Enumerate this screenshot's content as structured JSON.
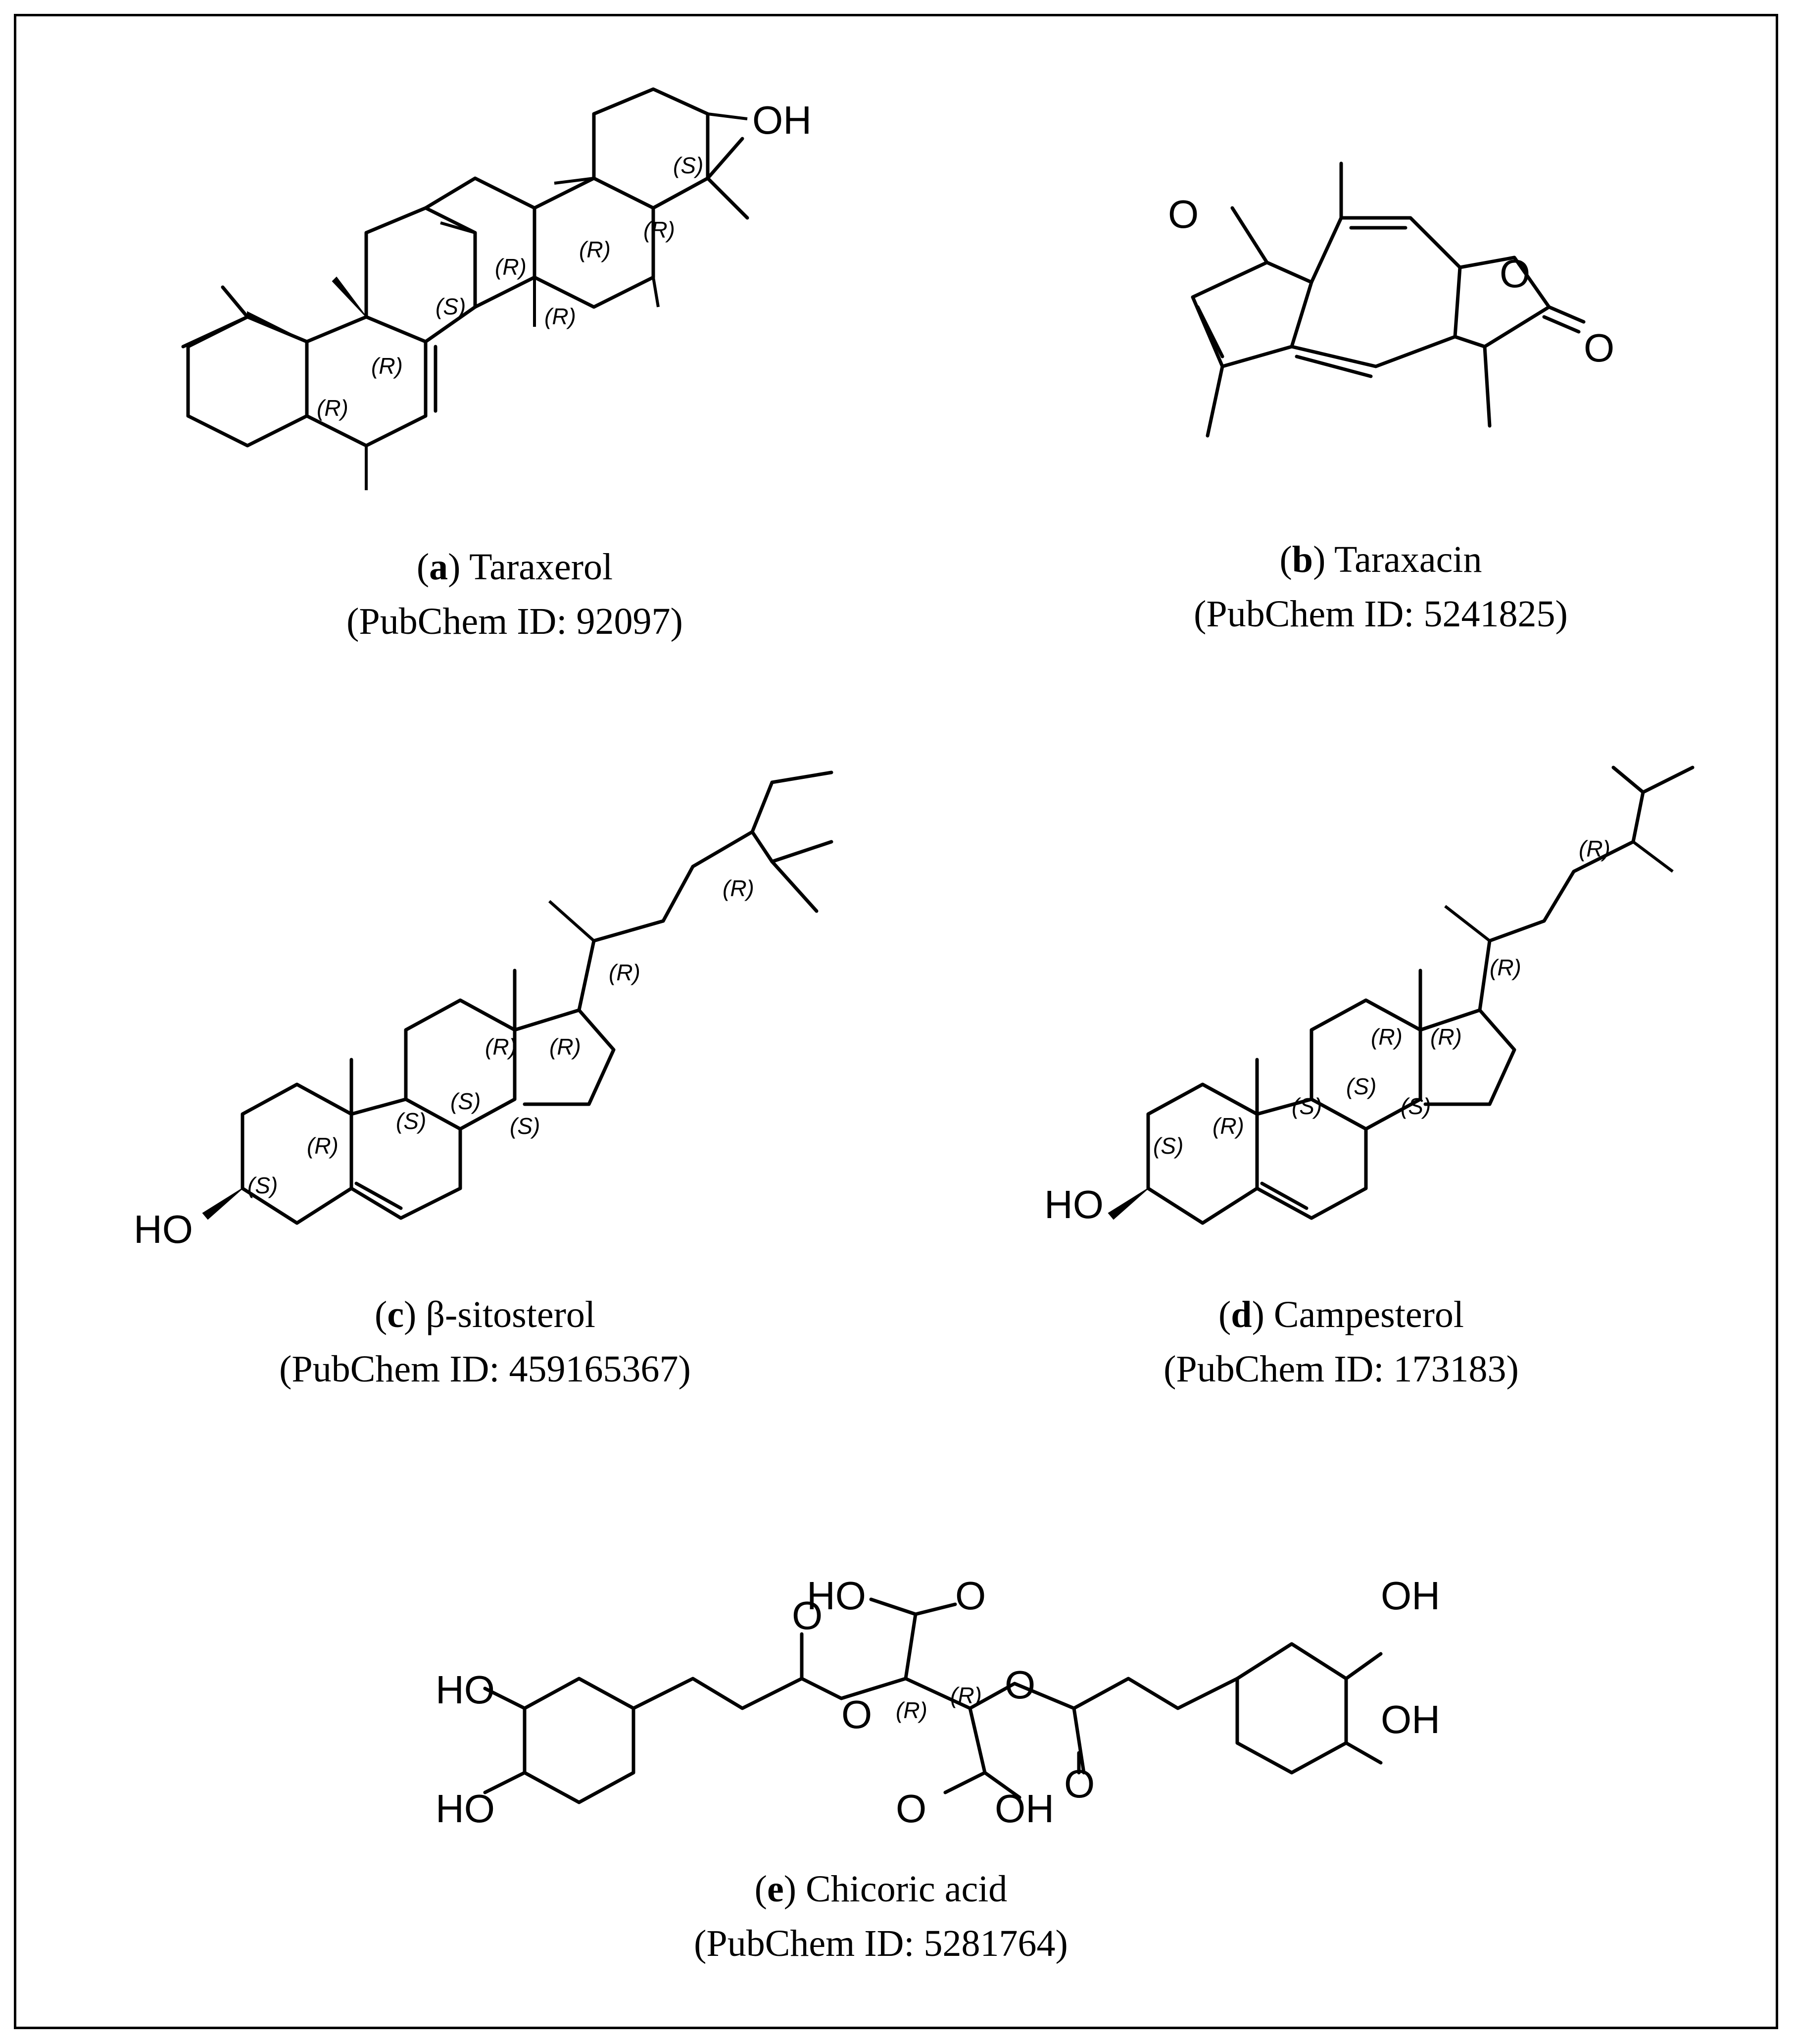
{
  "figure": {
    "panels": [
      {
        "letter": "a",
        "name": "Taraxerol",
        "id_text": "(PubChem ID: 92097)"
      },
      {
        "letter": "b",
        "name": "Taraxacin",
        "id_text": "(PubChem ID: 5241825)"
      },
      {
        "letter": "c",
        "name": "β-sitosterol",
        "id_text": "(PubChem ID: 459165367)"
      },
      {
        "letter": "d",
        "name": "Campesterol",
        "id_text": "(PubChem ID: 173183)"
      },
      {
        "letter": "e",
        "name": "Chicoric acid",
        "id_text": "(PubChem ID: 5281764)"
      }
    ],
    "atoms": {
      "oh": "OH",
      "ho": "HO",
      "o": "O"
    },
    "stereo": {
      "r": "(R)",
      "s": "(S)"
    }
  }
}
